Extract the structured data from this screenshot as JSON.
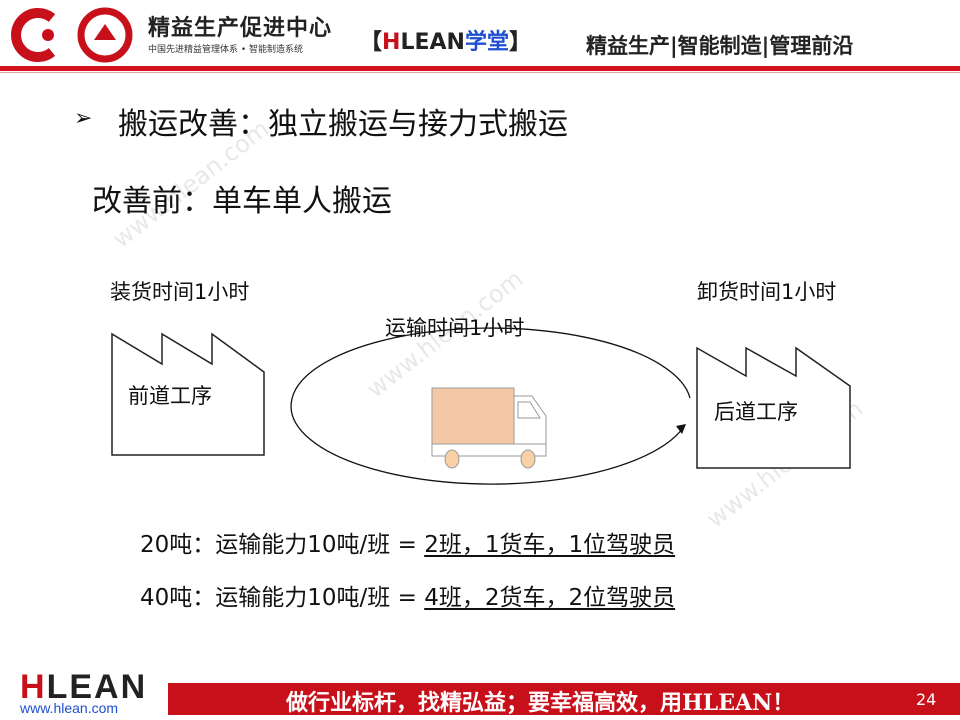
{
  "header": {
    "org_name": "精益生产促进中心",
    "org_subtitle": "中国先进精益管理体系 • 智能制造系统",
    "brand_left_bracket": "【",
    "brand_h": "H",
    "brand_lean": "LEAN",
    "brand_xuetang": "学堂",
    "brand_right_bracket": "】",
    "slogan": "精益生产|智能制造|管理前沿"
  },
  "slide": {
    "bullet": "➢",
    "title": "搬运改善：独立搬运与接力式搬运",
    "subtitle": "改善前：单车单人搬运",
    "load_time": "装货时间1小时",
    "unload_time": "卸货时间1小时",
    "transport_time": "运输时间1小时",
    "front_process": "前道工序",
    "back_process": "后道工序",
    "calc1_prefix": "20吨：运输能力10吨/班 = ",
    "calc1_result": "2班，1货车，1位驾驶员",
    "calc2_prefix": "40吨：运输能力10吨/班 = ",
    "calc2_result": "4班，2货车，2位驾驶员",
    "watermark": "www.hlean.com"
  },
  "footer": {
    "logo_h": "H",
    "logo_rest": "LEAN",
    "url": "www.hlean.com",
    "slogan": "做行业标杆，找精弘益；要幸福高效，用HLEAN！",
    "page_number": "24"
  },
  "colors": {
    "brand_red": "#c8101a",
    "brand_blue": "#1f4fd0",
    "truck_cargo": "#f6c9a6",
    "truck_outline": "#9a9a9a",
    "wheel": "#f8d2a6"
  },
  "icons": [
    "logo-c-icon",
    "factory-icon",
    "truck-icon",
    "arrow-icon"
  ]
}
